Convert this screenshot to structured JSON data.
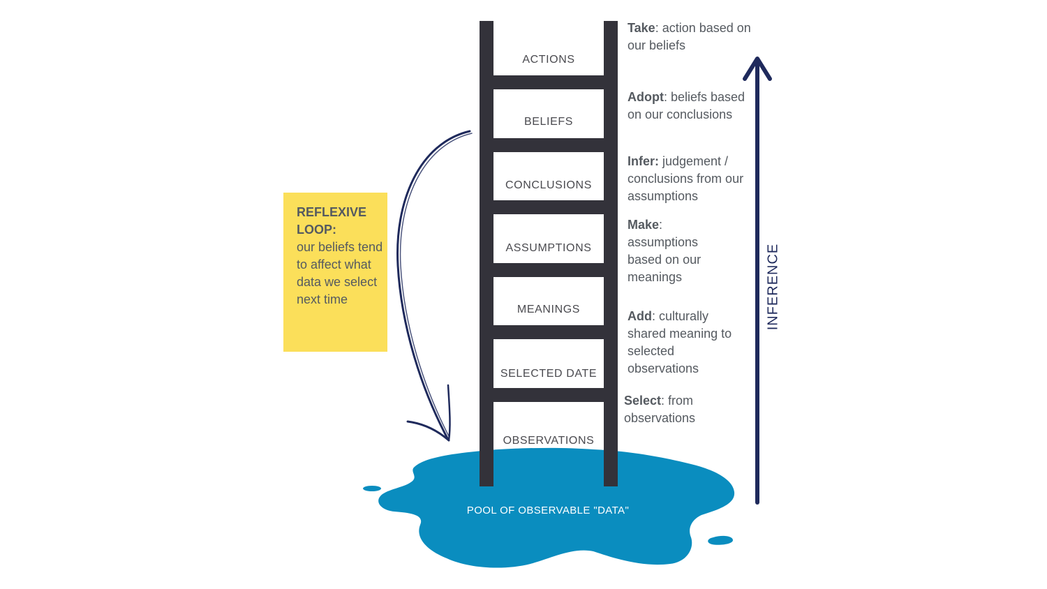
{
  "colors": {
    "ladder": "#33323a",
    "pool": "#0a8dbf",
    "arrow": "#1f2a5c",
    "note_bg": "#fbdf5a",
    "text": "#555a60"
  },
  "ladder": {
    "rungs": [
      {
        "label": "ACTIONS"
      },
      {
        "label": "BELIEFS"
      },
      {
        "label": "CONCLUSIONS"
      },
      {
        "label": "ASSUMPTIONS"
      },
      {
        "label": "MEANINGS"
      },
      {
        "label": "SELECTED DATE"
      },
      {
        "label": "OBSERVATIONS"
      }
    ]
  },
  "descriptions": [
    {
      "verb": "Take",
      "text": ": action based on our beliefs"
    },
    {
      "verb": "Adopt",
      "text": ": beliefs based on our conclusions"
    },
    {
      "verb": "Infer:",
      "text": " judgement / conclusions from our assumptions"
    },
    {
      "verb": "Make",
      "text": ": assumptions based on our meanings"
    },
    {
      "verb": "Add",
      "text": ": culturally shared meaning to selected observations"
    },
    {
      "verb": "Select",
      "text": ": from observations"
    }
  ],
  "reflexive_loop": {
    "title": "REFLEXIVE LOOP:",
    "body": "our beliefs tend to affect what data we select next time"
  },
  "pool": {
    "label": "POOL OF OBSERVABLE \"DATA\""
  },
  "inference": {
    "label": "INFERENCE",
    "icon": "arrow-up-icon"
  }
}
